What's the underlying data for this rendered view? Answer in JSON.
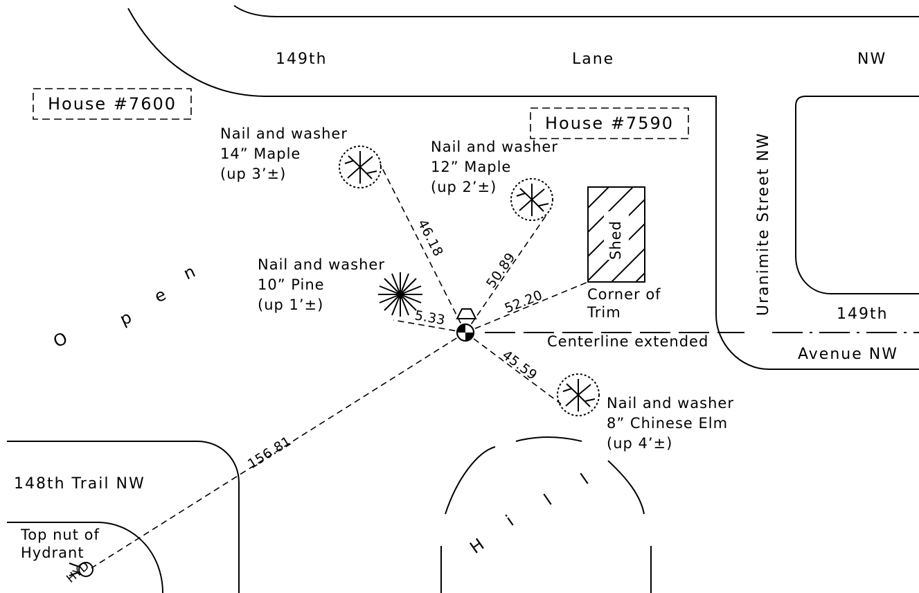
{
  "streets": {
    "lane_149_a": "149th",
    "lane_149_b": "Lane",
    "lane_149_c": "NW",
    "uranimite": "Uranimite Street NW",
    "ave_149_a": "149th",
    "ave_149_b": "Avenue NW",
    "trail_148": "148th Trail NW"
  },
  "houses": {
    "h7600": "House #7600",
    "h7590": "House #7590"
  },
  "trees": {
    "maple14": {
      "line1": "Nail and washer",
      "line2": "14” Maple",
      "line3": "(up 3’±)"
    },
    "maple12": {
      "line1": "Nail and washer",
      "line2": "12” Maple",
      "line3": "(up 2’±)"
    },
    "pine10": {
      "line1": "Nail and washer",
      "line2": "10” Pine",
      "line3": "(up 1’±)"
    },
    "elm8": {
      "line1": "Nail and washer",
      "line2": "8” Chinese Elm",
      "line3": "(up 4’±)"
    }
  },
  "shed": {
    "label": "Shed",
    "corner_line1": "Corner of",
    "corner_line2": "Trim"
  },
  "centerline": "Centerline extended",
  "hydrant": {
    "line1": "Top nut of",
    "line2": "Hydrant",
    "code": "HYD"
  },
  "distances": {
    "maple14": "46.18",
    "maple12": "50.89",
    "shed_corner": "52.20",
    "pine10": "5.33",
    "elm8": "45.59",
    "hydrant": "156.81"
  },
  "open_letters": [
    "O",
    "p",
    "e",
    "n"
  ],
  "hill_letters": [
    "H",
    "i",
    "l",
    "l"
  ]
}
